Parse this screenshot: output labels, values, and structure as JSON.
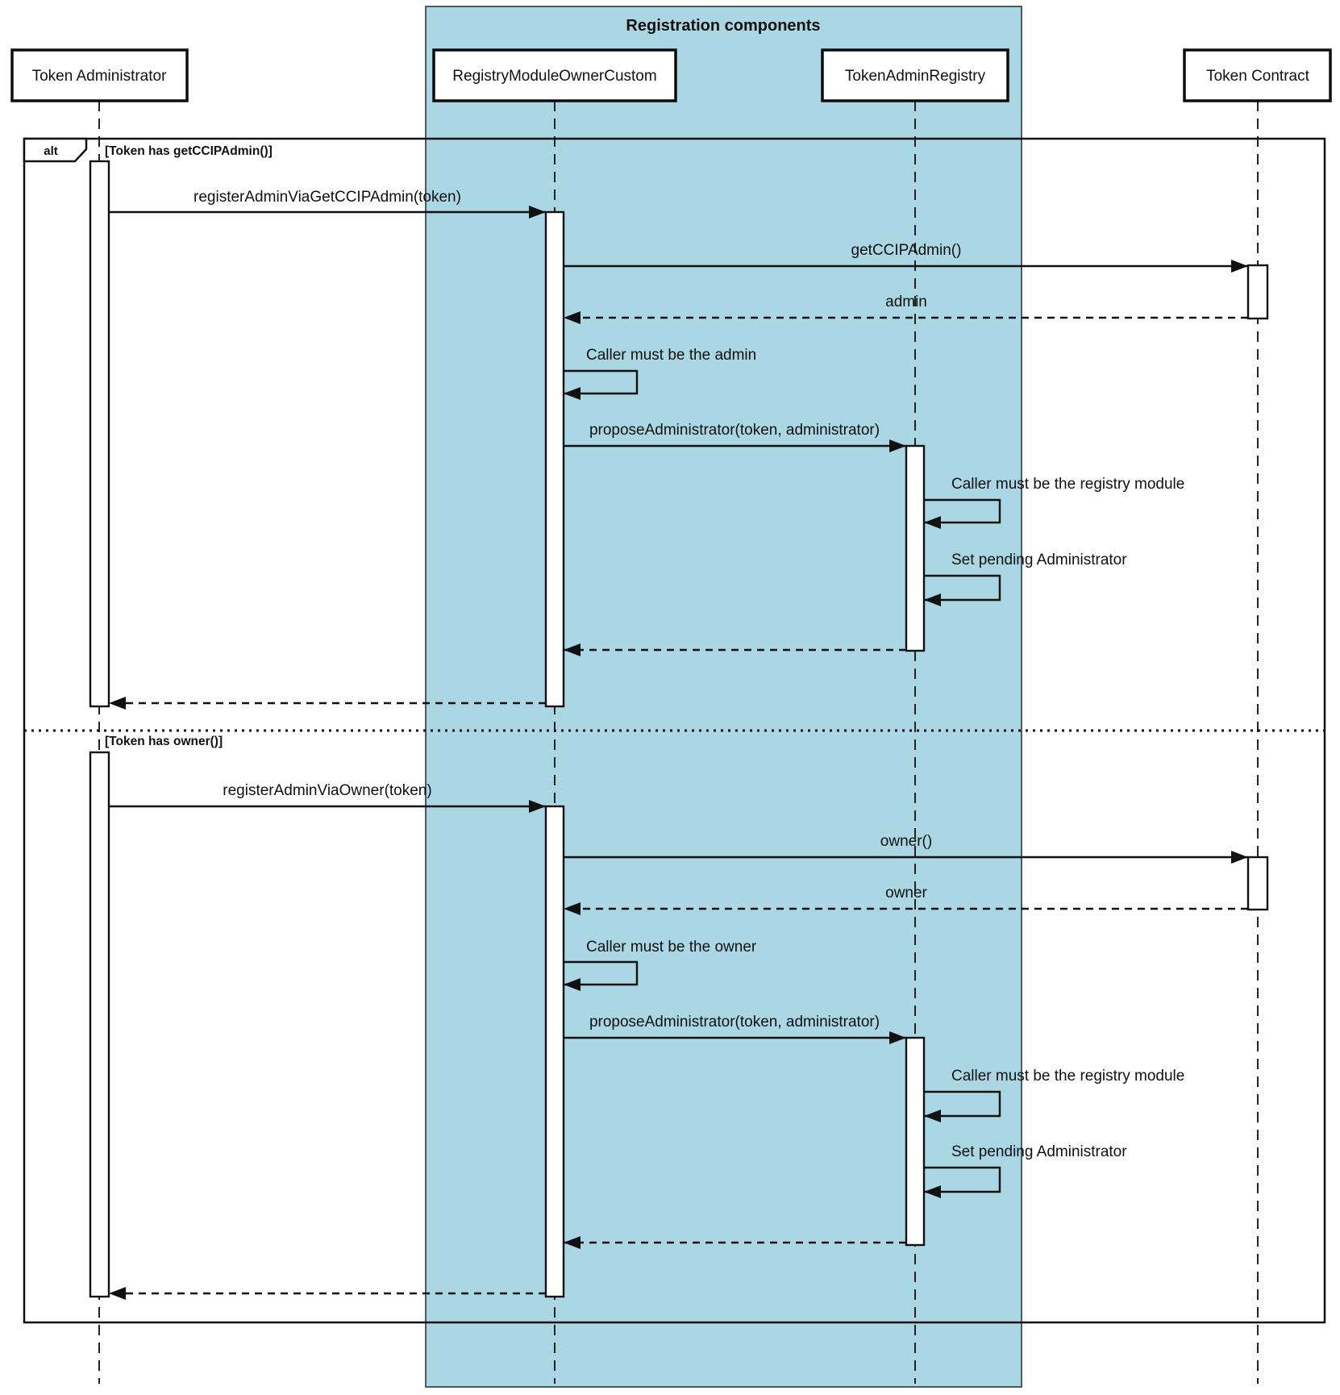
{
  "frame": {
    "title": "Registration components",
    "fill_color": "#abd6e3",
    "border_color": "#1b2b33"
  },
  "fragment": {
    "operator": "alt",
    "sections": [
      {
        "guard": "[Token has getCCIPAdmin()]"
      },
      {
        "guard": "[Token has owner()]"
      }
    ]
  },
  "participants": [
    {
      "label": "Token Administrator"
    },
    {
      "label": "RegistryModuleOwnerCustom"
    },
    {
      "label": "TokenAdminRegistry"
    },
    {
      "label": "Token Contract"
    }
  ],
  "messages": [
    {
      "label": "registerAdminViaGetCCIPAdmin(token)",
      "from": "Token Administrator",
      "to": "RegistryModuleOwnerCustom",
      "style": "solid"
    },
    {
      "label": "getCCIPAdmin()",
      "from": "RegistryModuleOwnerCustom",
      "to": "Token Contract",
      "style": "solid"
    },
    {
      "label": "admin",
      "from": "Token Contract",
      "to": "RegistryModuleOwnerCustom",
      "style": "dashed-return"
    },
    {
      "label": "Caller must be the admin",
      "from": "RegistryModuleOwnerCustom",
      "to": "RegistryModuleOwnerCustom",
      "style": "self"
    },
    {
      "label": "proposeAdministrator(token, administrator)",
      "from": "RegistryModuleOwnerCustom",
      "to": "TokenAdminRegistry",
      "style": "solid"
    },
    {
      "label": "Caller must be the registry module",
      "from": "TokenAdminRegistry",
      "to": "TokenAdminRegistry",
      "style": "self"
    },
    {
      "label": "Set pending Administrator",
      "from": "TokenAdminRegistry",
      "to": "TokenAdminRegistry",
      "style": "self"
    },
    {
      "label": "",
      "from": "TokenAdminRegistry",
      "to": "RegistryModuleOwnerCustom",
      "style": "dashed-return"
    },
    {
      "label": "",
      "from": "RegistryModuleOwnerCustom",
      "to": "Token Administrator",
      "style": "dashed-return"
    },
    {
      "label": "registerAdminViaOwner(token)",
      "from": "Token Administrator",
      "to": "RegistryModuleOwnerCustom",
      "style": "solid"
    },
    {
      "label": "owner()",
      "from": "RegistryModuleOwnerCustom",
      "to": "Token Contract",
      "style": "solid"
    },
    {
      "label": "owner",
      "from": "Token Contract",
      "to": "RegistryModuleOwnerCustom",
      "style": "dashed-return"
    },
    {
      "label": "Caller must be the owner",
      "from": "RegistryModuleOwnerCustom",
      "to": "RegistryModuleOwnerCustom",
      "style": "self"
    },
    {
      "label": "proposeAdministrator(token, administrator)",
      "from": "RegistryModuleOwnerCustom",
      "to": "TokenAdminRegistry",
      "style": "solid"
    },
    {
      "label": "Caller must be the registry module",
      "from": "TokenAdminRegistry",
      "to": "TokenAdminRegistry",
      "style": "self"
    },
    {
      "label": "Set pending Administrator",
      "from": "TokenAdminRegistry",
      "to": "TokenAdminRegistry",
      "style": "self"
    },
    {
      "label": "",
      "from": "TokenAdminRegistry",
      "to": "RegistryModuleOwnerCustom",
      "style": "dashed-return"
    },
    {
      "label": "",
      "from": "RegistryModuleOwnerCustom",
      "to": "Token Administrator",
      "style": "dashed-return"
    }
  ]
}
